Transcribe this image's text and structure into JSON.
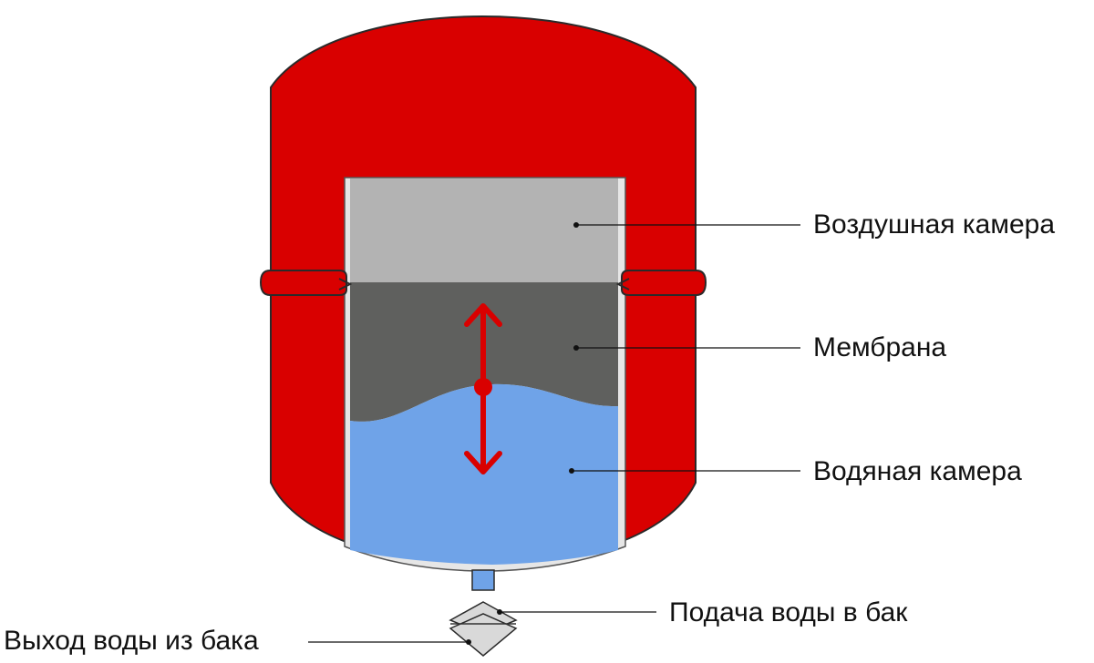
{
  "labels": {
    "air_chamber": "Воздушная камера",
    "membrane": "Мембрана",
    "water_chamber": "Водяная камера",
    "water_supply": "Подача воды в бак",
    "water_outlet": "Выход воды из бака"
  },
  "colors": {
    "tank_body": "#d90000",
    "tank_outline": "#2a2a2a",
    "air": "#b3b3b3",
    "membrane": "#5f605e",
    "water": "#6fa3e8",
    "arrow": "#d90000",
    "inner_wall": "#e6e6e6",
    "valve": "#d9d9d9",
    "leader_line": "#111111"
  },
  "icons": {
    "motion_arrow": "double-headed-vertical-arrow",
    "valve": "stacked-diamond-valve"
  }
}
